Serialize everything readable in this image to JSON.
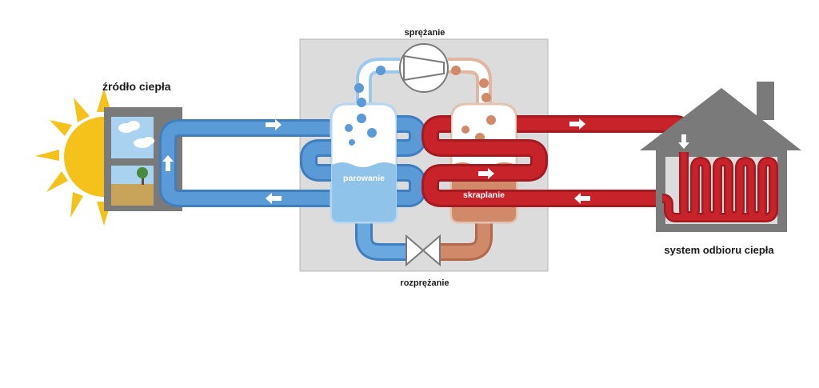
{
  "labels": {
    "source": "źródło ciepła",
    "compression": "sprężanie",
    "evaporation": "parowanie",
    "condensation": "skraplanie",
    "expansion": "rozprężanie",
    "receiver": "system odbioru ciepła"
  },
  "colors": {
    "cold_loop": "#5a9ad6",
    "cold_loop_dark": "#3f7fbf",
    "hot_loop": "#c8232b",
    "hot_loop_dark": "#a31a21",
    "cold_tank": "#8fc3ea",
    "hot_tank": "#d08a6a",
    "sun": "#f5c21b",
    "unit_box": "#dcdcdc",
    "house": "#7a7a7a"
  }
}
